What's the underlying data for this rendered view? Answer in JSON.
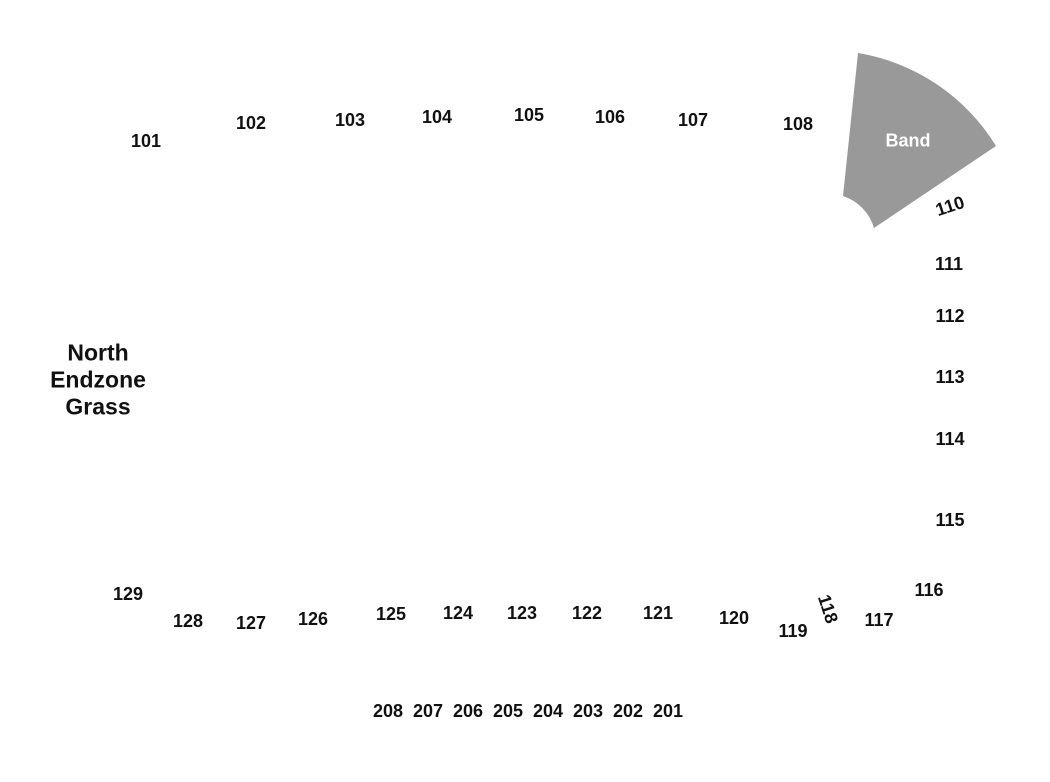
{
  "map": {
    "band": {
      "label": "Band",
      "fill": "#999999"
    },
    "endzone": {
      "line1": "North",
      "line2": "Endzone",
      "line3": "Grass"
    },
    "sections": {
      "s101": "101",
      "s102": "102",
      "s103": "103",
      "s104": "104",
      "s105": "105",
      "s106": "106",
      "s107": "107",
      "s108": "108",
      "s110": "110",
      "s111": "111",
      "s112": "112",
      "s113": "113",
      "s114": "114",
      "s115": "115",
      "s116": "116",
      "s117": "117",
      "s118": "118",
      "s119": "119",
      "s120": "120",
      "s121": "121",
      "s122": "122",
      "s123": "123",
      "s124": "124",
      "s125": "125",
      "s126": "126",
      "s127": "127",
      "s128": "128",
      "s129": "129",
      "s201": "201",
      "s202": "202",
      "s203": "203",
      "s204": "204",
      "s205": "205",
      "s206": "206",
      "s207": "207",
      "s208": "208"
    }
  }
}
